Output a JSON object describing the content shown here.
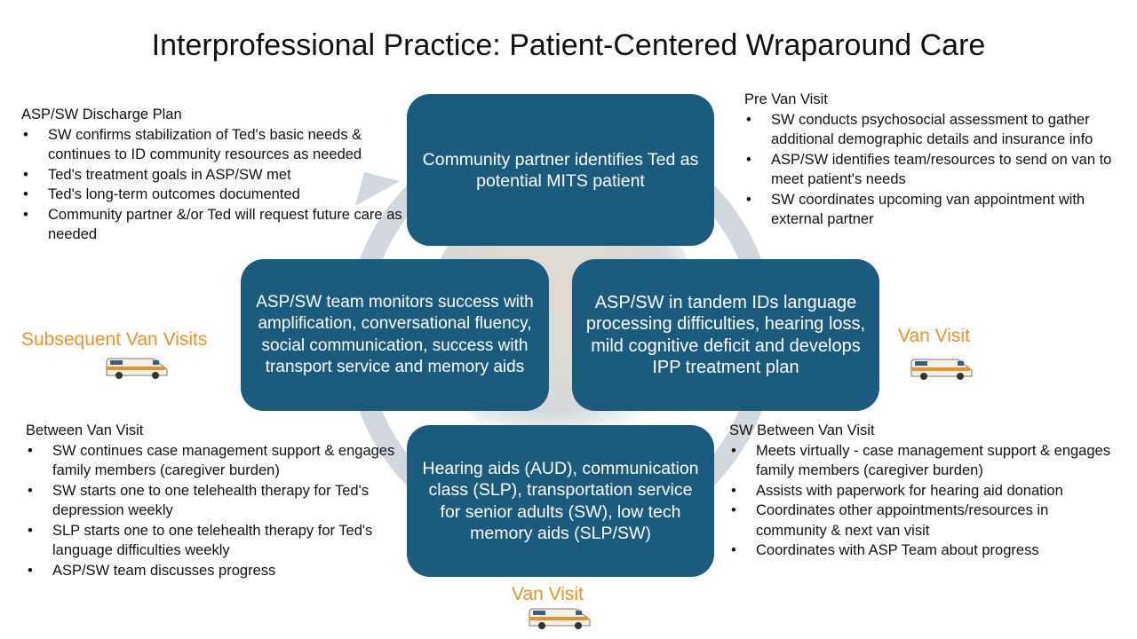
{
  "title": "Interprofessional Practice: Patient-Centered Wraparound Care",
  "cycle_nodes": {
    "top": "Community partner identifies Ted as potential MITS patient",
    "right": "ASP/SW in tandem IDs language processing difficulties, hearing loss, mild cognitive deficit and develops IPP treatment plan",
    "bottom": "Hearing aids (AUD), communication class (SLP), transportation service for senior adults (SW), low tech memory aids (SLP/SW)",
    "left": "ASP/SW team monitors success with amplification, conversational fluency, social communication, success with transport service and memory aids"
  },
  "visit_labels": {
    "left": "Subsequent Van Visits",
    "right": "Van Visit",
    "bottom": "Van Visit"
  },
  "notes": {
    "discharge": {
      "heading": "ASP/SW Discharge Plan",
      "items": [
        "SW confirms stabilization of Ted's basic needs & continues to ID community resources as needed",
        "Ted's treatment goals in ASP/SW met",
        "Ted's long-term outcomes documented",
        "Community partner &/or Ted will request future care as needed"
      ]
    },
    "pre_van": {
      "heading": "Pre Van Visit",
      "items": [
        "SW conducts psychosocial assessment to gather additional demographic details and insurance info",
        "ASP/SW identifies team/resources to send on van to meet patient's needs",
        "SW coordinates upcoming van appointment with external partner"
      ]
    },
    "between": {
      "heading": "Between Van Visit",
      "items": [
        "SW continues case management support & engages family members (caregiver burden)",
        "SW starts one to one telehealth therapy for Ted's depression weekly",
        "SLP starts one to one telehealth therapy for Ted's language difficulties weekly",
        "ASP/SW team discusses progress"
      ]
    },
    "sw_between": {
      "heading": "SW Between Van Visit",
      "items": [
        "Meets virtually - case management support & engages family members (caregiver burden)",
        "Assists with paperwork for hearing aid donation",
        "Coordinates other appointments/resources in community & next van visit",
        "Coordinates with ASP Team about progress"
      ]
    }
  },
  "colors": {
    "node_fill": "#1b5c7e",
    "ring": "#d3d8de",
    "visit_label": "#e8922a"
  },
  "icons": [
    "cycle-arrow-icon",
    "van-icon"
  ]
}
